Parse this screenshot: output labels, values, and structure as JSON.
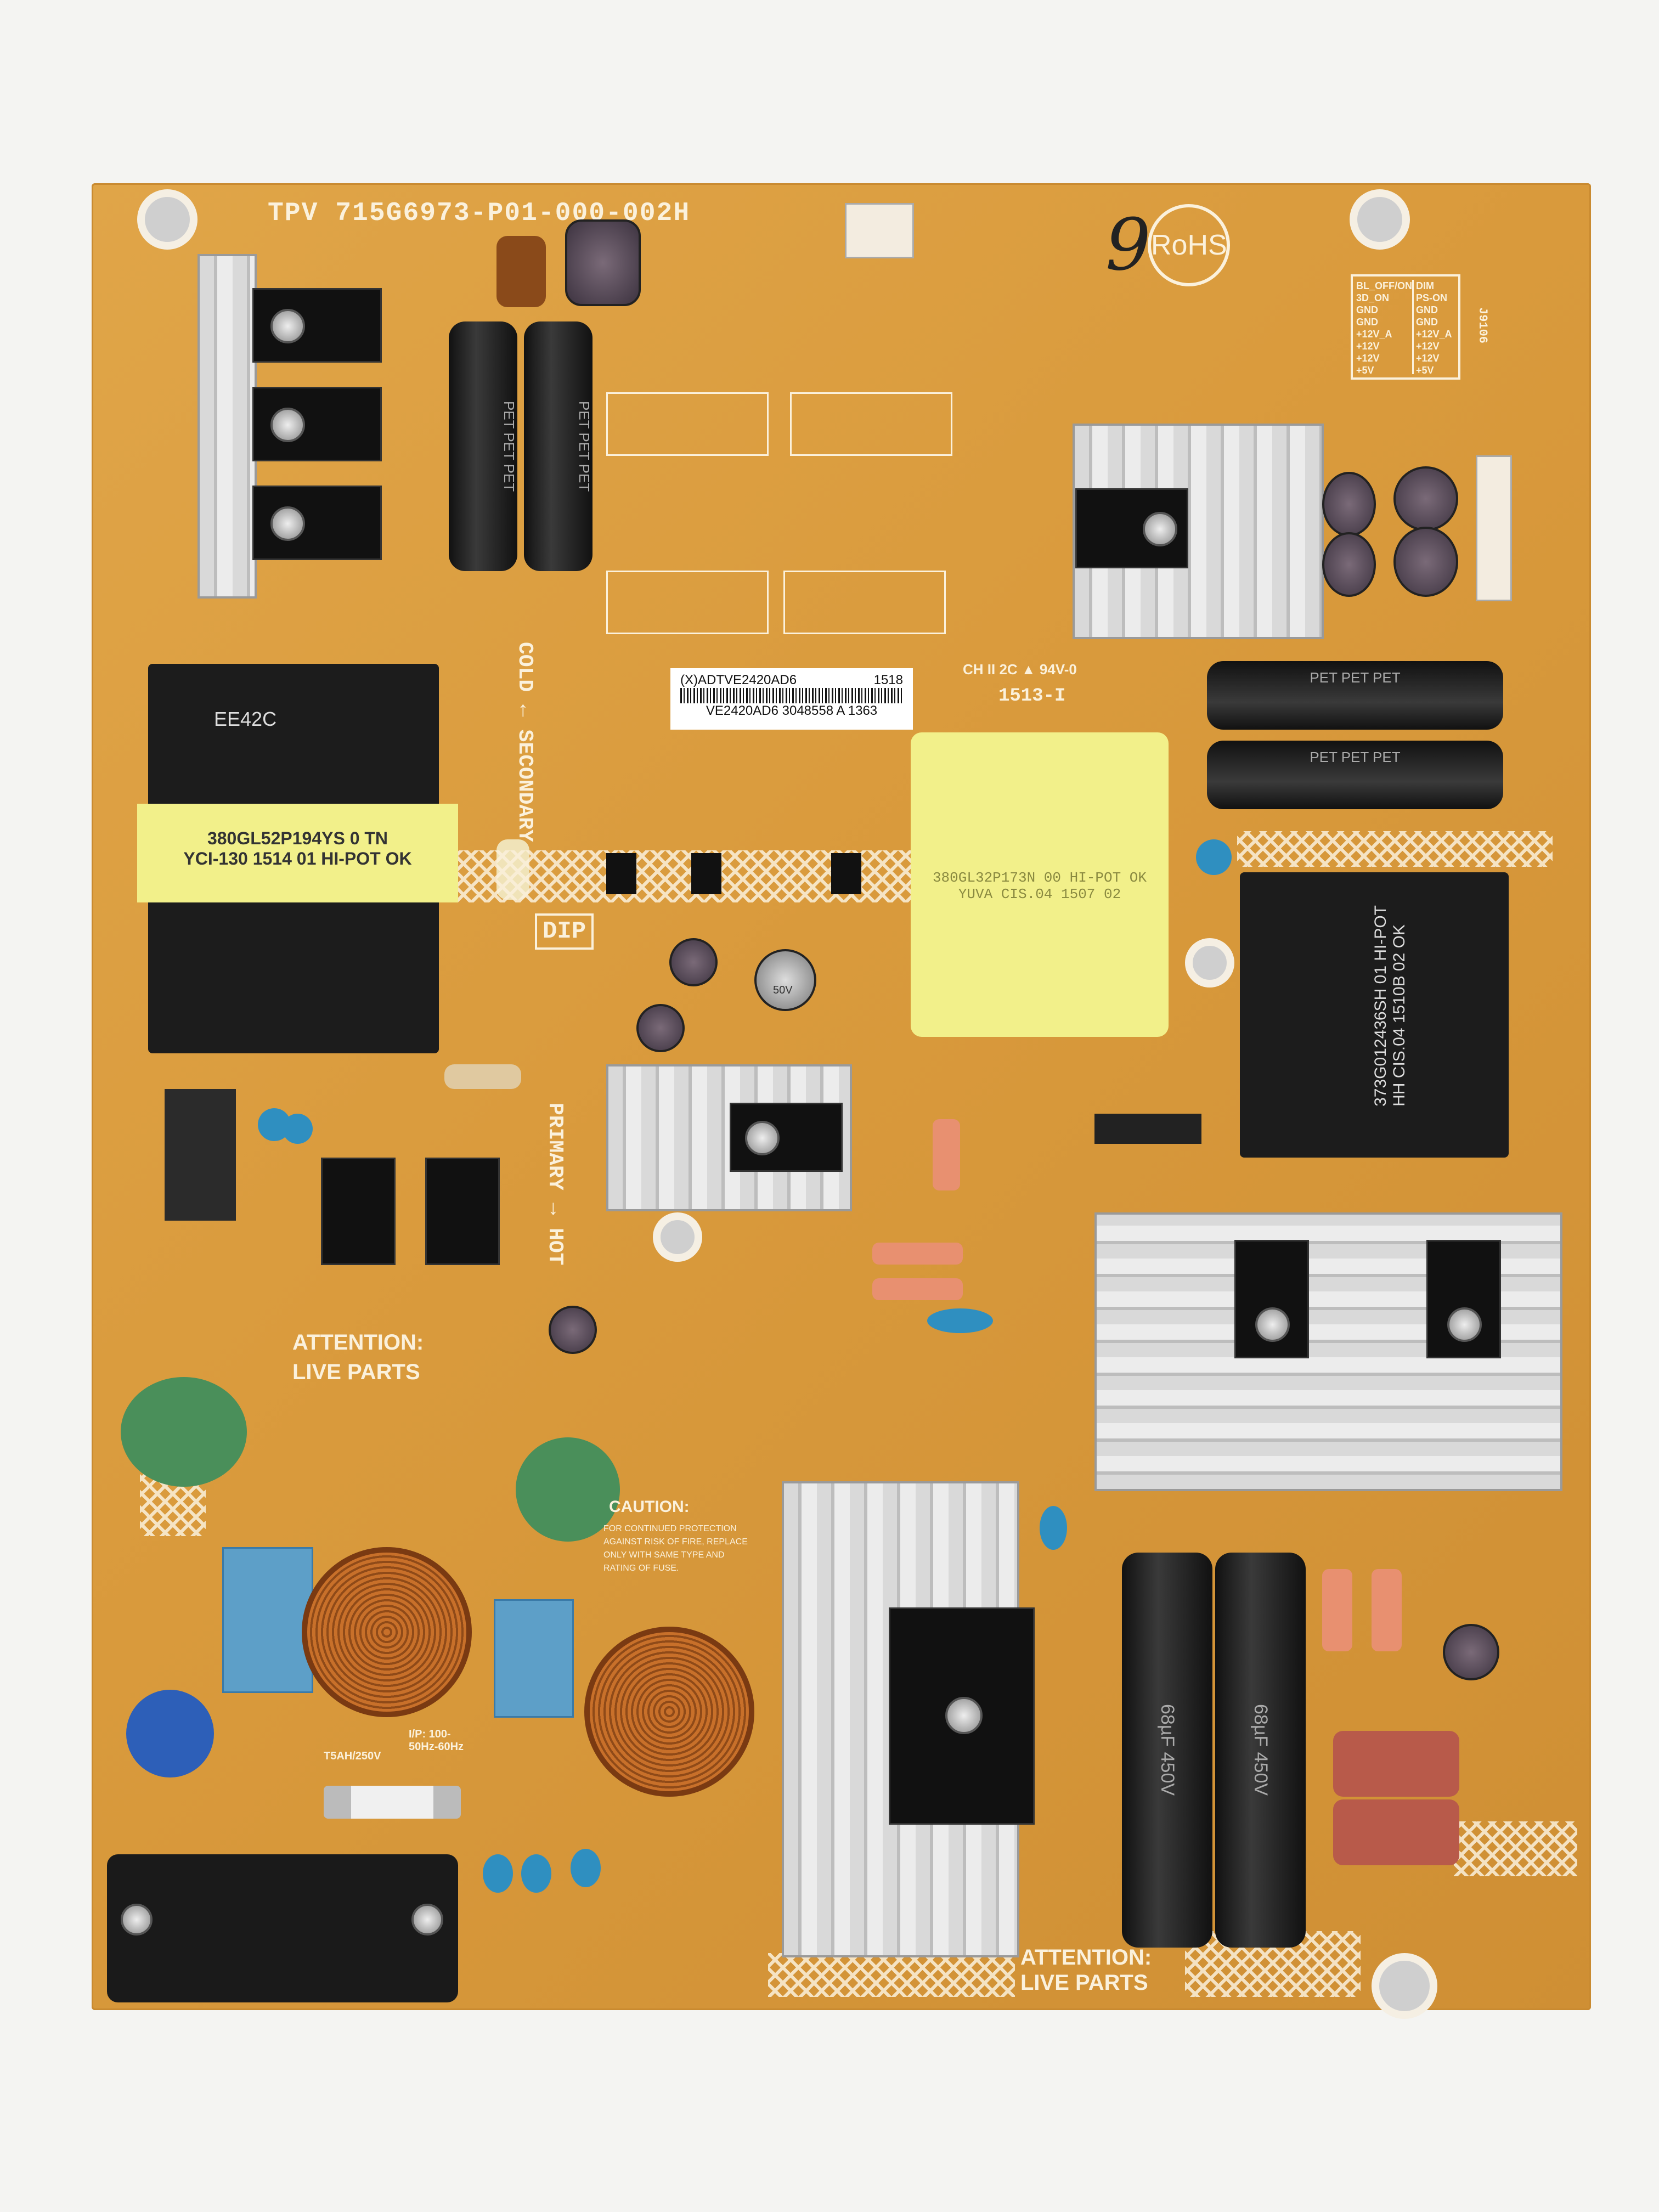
{
  "board": {
    "model": "TPV 715G6973-P01-000-002H",
    "handwritten_mark": "9",
    "rohs": "RoHS",
    "connector_table": {
      "left": [
        "BL_OFF/ON",
        "3D_ON",
        "GND",
        "GND",
        "+12V_A",
        "+12V",
        "+12V",
        "+5V"
      ],
      "right": [
        "DIM",
        "PS-ON",
        "GND",
        "GND",
        "+12V_A",
        "+12V",
        "+12V",
        "+5V"
      ],
      "ref": "J9106"
    },
    "sticker": {
      "line1": "(X)ADTVE2420AD6",
      "code": "1518",
      "line2": "VE2420AD6 3048558 A 1363"
    },
    "ul_mark": "CH II 2C ▲ 94V-0",
    "date_code": "1513-I",
    "cold_secondary": "COLD ← SECONDARY",
    "primary_hot": "PRIMARY → HOT",
    "dip": "DIP",
    "transformer_left": {
      "line1": "380GL52P194YS  0 TN",
      "line2": "YCI-130 1514 01 HI-POT OK",
      "top": "EE42C"
    },
    "transformer_center": {
      "line1": "380GL32P173N   00   HI-POT OK",
      "line2": "YUVA CIS.04 1507 02"
    },
    "transformer_right": {
      "line1": "373G012436SH  01 HI-POT",
      "line2": "HH CIS.04 1510B 02 OK"
    },
    "attention_left": "ATTENTION:\nLIVE PARTS",
    "attention_bottom": "ATTENTION:\nLIVE PARTS",
    "caution": {
      "title": "CAUTION:",
      "body": "FOR CONTINUED PROTECTION\nAGAINST RISK OF FIRE, REPLACE\nONLY WITH SAME TYPE AND\nRATING OF FUSE."
    },
    "fuse_rating": "T5AH/250V",
    "input_rating": "I/P: 100-\n50Hz-60Hz",
    "cap_label": "68µF 450V",
    "pet_label": "PET PET PET",
    "cap_50v": "50V"
  }
}
